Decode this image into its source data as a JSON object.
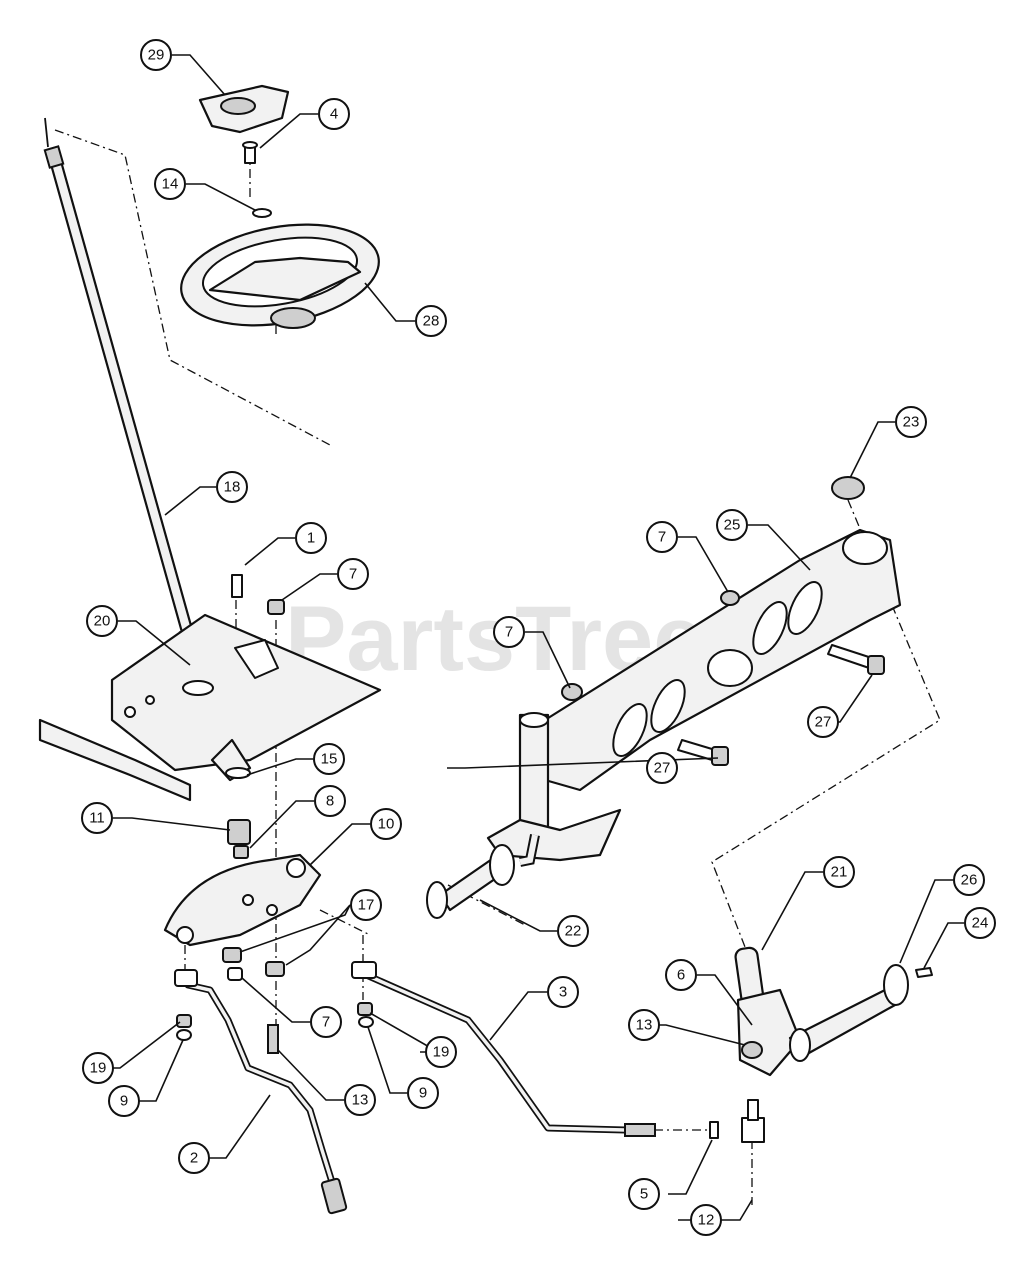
{
  "watermark": "PartsTree",
  "callouts": {
    "c1": "1",
    "c2": "2",
    "c3": "3",
    "c4": "4",
    "c5": "5",
    "c6": "6",
    "c7a": "7",
    "c7b": "7",
    "c7c": "7",
    "c7d": "7",
    "c8": "8",
    "c9a": "9",
    "c9b": "9",
    "c10": "10",
    "c11": "11",
    "c12": "12",
    "c13a": "13",
    "c13b": "13",
    "c14": "14",
    "c15": "15",
    "c17": "17",
    "c18": "18",
    "c19a": "19",
    "c19b": "19",
    "c20": "20",
    "c21": "21",
    "c22": "22",
    "c23": "23",
    "c24": "24",
    "c25": "25",
    "c26": "26",
    "c27a": "27",
    "c27b": "27",
    "c28": "28",
    "c29": "29"
  }
}
